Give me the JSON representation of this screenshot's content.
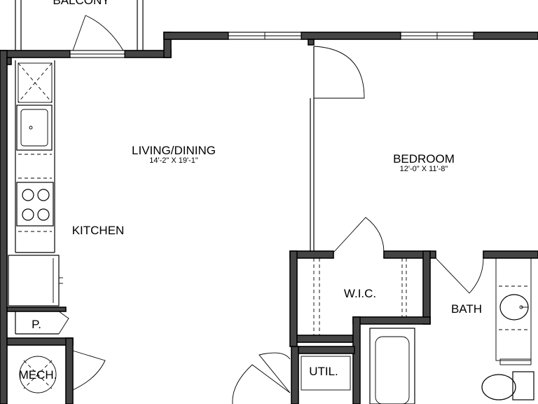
{
  "rooms": {
    "balcony": {
      "name": "BALCONY"
    },
    "living": {
      "name": "LIVING/DINING",
      "dims": "14'-2\" X 19'-1\""
    },
    "bedroom": {
      "name": "BEDROOM",
      "dims": "12'-0\" X 11'-8\""
    },
    "kitchen": {
      "name": "KITCHEN"
    },
    "wic": {
      "name": "W.I.C."
    },
    "bath": {
      "name": "BATH"
    },
    "pantry": {
      "name": "P."
    },
    "mech": {
      "name": "MECH."
    },
    "util": {
      "name": "UTIL."
    }
  },
  "colors": {
    "wall_fill": "#444444",
    "line": "#000000",
    "background": "#ffffff"
  }
}
